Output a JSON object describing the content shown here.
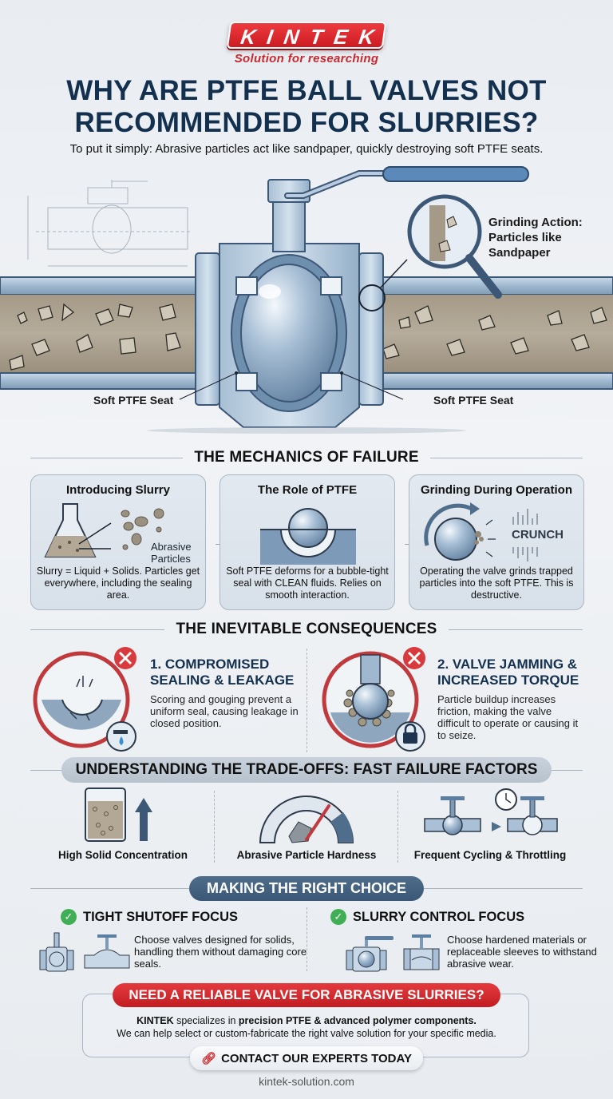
{
  "brand": {
    "logo": "KINTEK",
    "tagline": "Solution for researching",
    "accent": "#d42a2f",
    "navy": "#13304f"
  },
  "header": {
    "title_line1": "WHY ARE PTFE BALL VALVES NOT",
    "title_line2": "RECOMMENDED FOR SLURRIES?",
    "subtitle": "To put it simply: Abrasive particles act like sandpaper, quickly destroying soft PTFE seats."
  },
  "hero": {
    "seat_label_left": "Soft PTFE Seat",
    "seat_label_right": "Soft PTFE Seat",
    "grind_label_line1": "Grinding Action:",
    "grind_label_line2": "Particles like",
    "grind_label_line3": "Sandpaper",
    "icons": [
      "ball-valve-cutaway",
      "magnifying-glass-icon",
      "technical-drawing"
    ]
  },
  "mechanics": {
    "heading": "THE MECHANICS OF FAILURE",
    "cards": [
      {
        "title": "Introducing Slurry",
        "icon": "flask-icon",
        "icon_label_line1": "Abrasive",
        "icon_label_line2": "Particles",
        "desc": "Slurry = Liquid + Solids. Particles get everywhere, including the sealing area."
      },
      {
        "title": "The Role of PTFE",
        "icon": "ball-in-seat-icon",
        "desc": "Soft PTFE deforms for a bubble-tight seal with CLEAN fluids. Relies on smooth interaction."
      },
      {
        "title": "Grinding During Operation",
        "icon": "grinding-ball-icon",
        "icon_label": "CRUNCH",
        "desc": "Operating the valve grinds trapped particles into the soft PTFE. This is destructive."
      }
    ],
    "connector": "→"
  },
  "consequences": {
    "heading": "THE INEVITABLE CONSEQUENCES",
    "items": [
      {
        "title_line1": "1. COMPROMISED",
        "title_line2": "SEALING & LEAKAGE",
        "desc": "Scoring and gouging prevent a uniform seal, causing leakage in closed position.",
        "icons": [
          "x-icon",
          "cracked-seat-icon",
          "leaking-faucet-icon"
        ]
      },
      {
        "title_line1": "2. VALVE JAMMING &",
        "title_line2": "INCREASED TORQUE",
        "desc": "Particle buildup increases friction, making the valve difficult to operate or causing it to seize.",
        "icons": [
          "x-icon",
          "jammed-ball-icon",
          "lock-icon"
        ]
      }
    ]
  },
  "tradeoffs": {
    "heading": "UNDERSTANDING THE TRADE-OFFS: FAST FAILURE FACTORS",
    "factors": [
      {
        "label": "High Solid Concentration",
        "icon": "beaker-up-arrow-icon"
      },
      {
        "label": "Abrasive Particle Hardness",
        "icon": "hardness-gauge-icon"
      },
      {
        "label": "Frequent Cycling & Throttling",
        "icon": "valve-cycle-clock-icon"
      }
    ]
  },
  "choice": {
    "heading": "MAKING THE RIGHT CHOICE",
    "options": [
      {
        "title": "TIGHT SHUTOFF FOCUS",
        "desc": "Choose valves designed for solids, handling them without damaging core seals.",
        "icons": [
          "check-icon",
          "knife-gate-valve-icon",
          "diaphragm-valve-icon"
        ]
      },
      {
        "title": "SLURRY CONTROL FOCUS",
        "desc": "Choose hardened materials or replaceable sleeves to withstand abrasive wear.",
        "icons": [
          "check-icon",
          "ball-valve-icon",
          "pinch-valve-icon"
        ]
      }
    ],
    "check_color": "#3fae55"
  },
  "cta": {
    "heading": "NEED A RELIABLE VALVE FOR ABRASIVE SLURRIES?",
    "text_brand": "KINTEK",
    "text_mid": " specializes in ",
    "text_bold": "precision PTFE & advanced polymer components.",
    "text_line2": "We can help select or custom-fabricate the right valve solution for your specific media.",
    "button_label": "CONTACT OUR EXPERTS TODAY",
    "button_icon": "link-icon",
    "website": "kintek-solution.com"
  }
}
